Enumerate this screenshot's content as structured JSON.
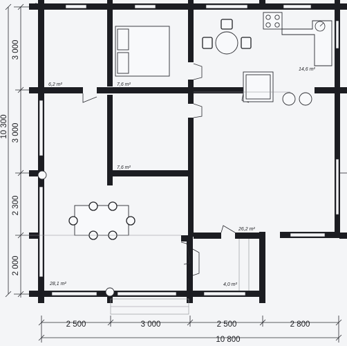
{
  "rooms": {
    "bedroom_small": {
      "area": "6,2 m²"
    },
    "bedroom_bed": {
      "area": "7,6 m²"
    },
    "kitchen": {
      "area": "14,6 m²"
    },
    "room_middle": {
      "area": "7,6 m²"
    },
    "hall": {
      "area": "26,2 m²"
    },
    "living": {
      "area": "28,1 m²"
    },
    "vestibule": {
      "area": "4,0 m²"
    }
  },
  "dimensions": {
    "bottom": [
      "2 500",
      "3 000",
      "2 500",
      "2 800"
    ],
    "bottom_total": "10 800",
    "left": [
      "3 000",
      "3 000",
      "2 300",
      "2 000"
    ],
    "left_total": "10 300"
  },
  "colors": {
    "wall": "#1c1d22",
    "line": "#2a2b30",
    "background": "#f4f5f7"
  }
}
